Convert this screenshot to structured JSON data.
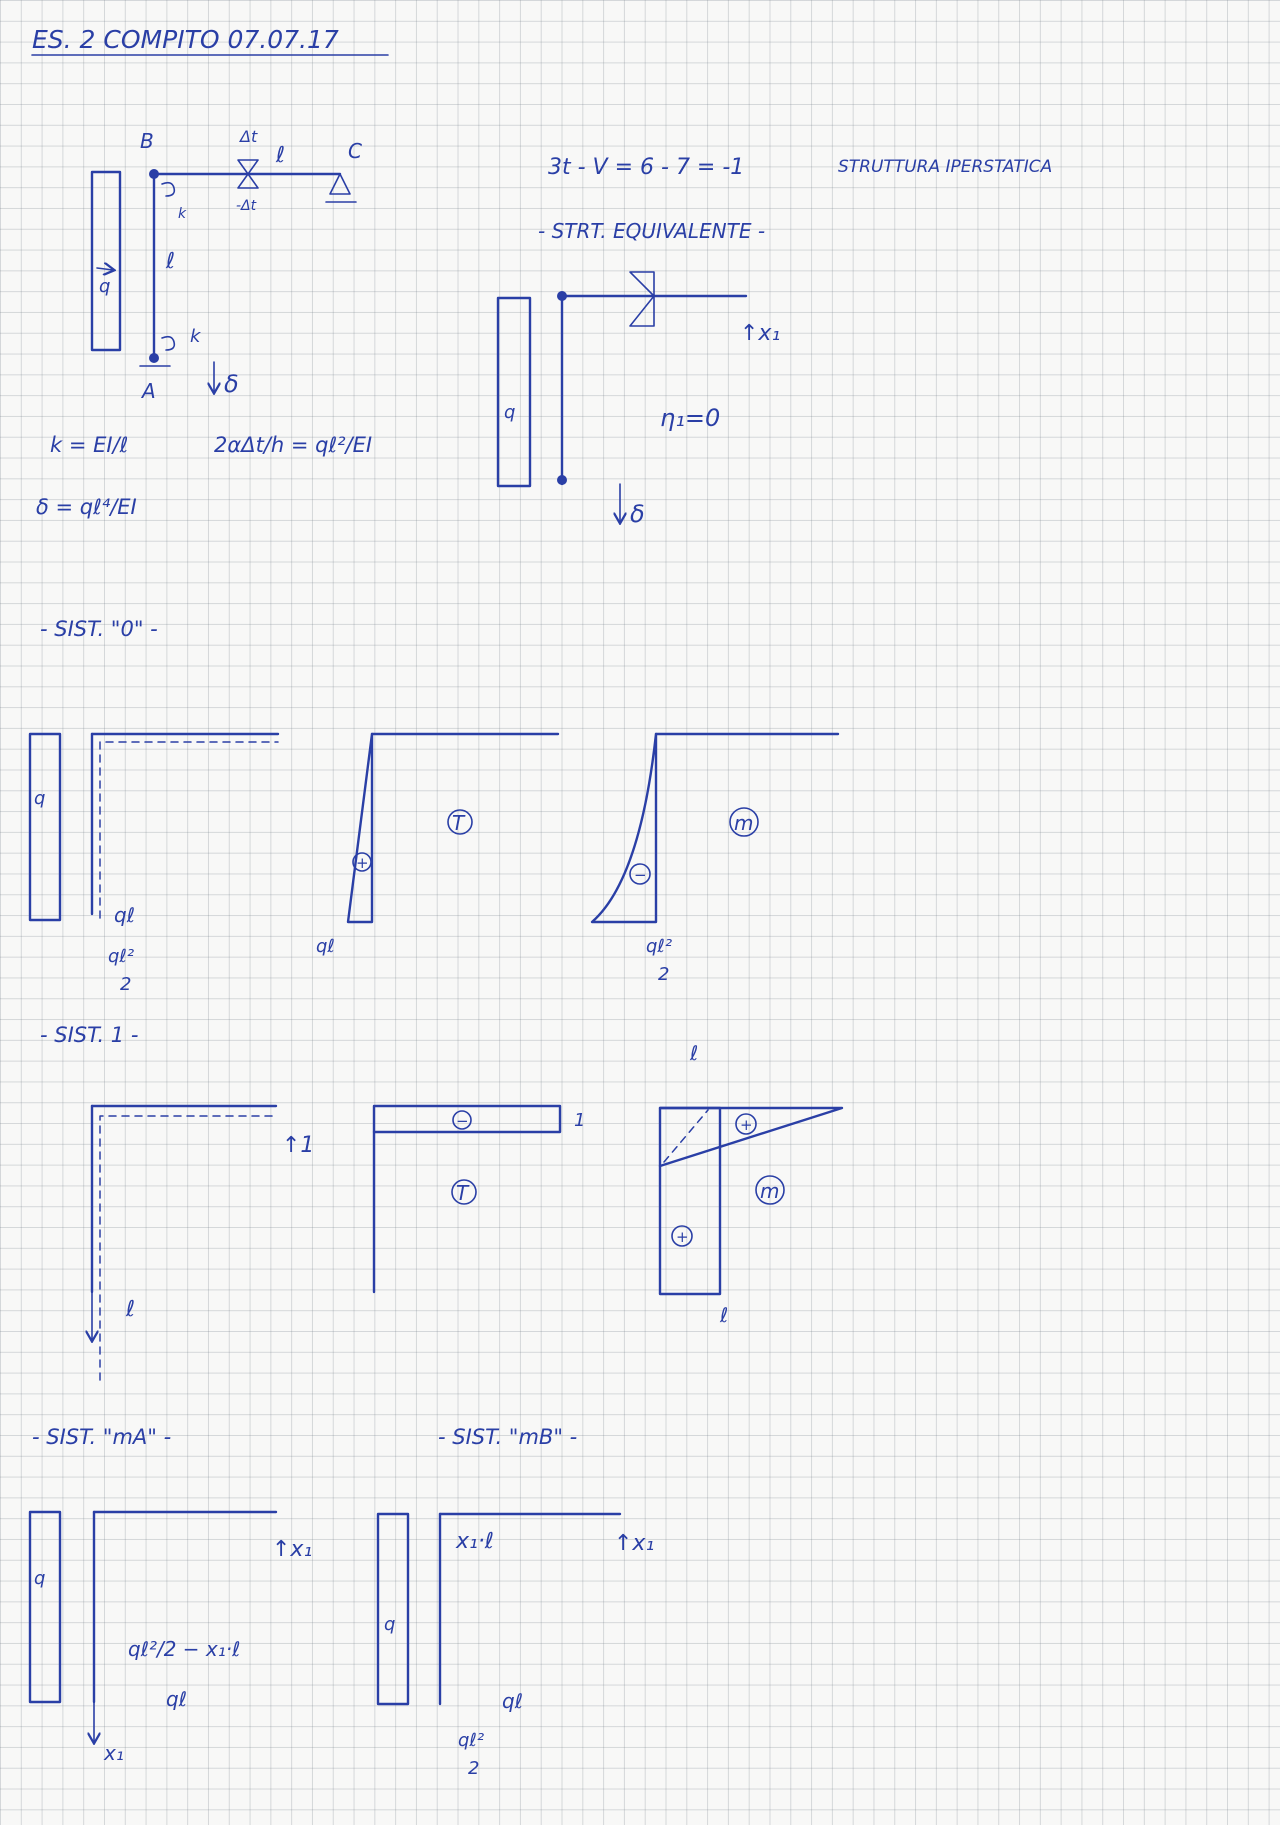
{
  "title": "ES. 2 COMPITO 07.07.17",
  "structure": {
    "node_a": "A",
    "node_b": "B",
    "node_c": "C",
    "delta_t_top": "Δt",
    "delta_t_bottom": "-Δt",
    "length_top": "ℓ",
    "length_column": "ℓ",
    "spring_top": "k",
    "spring_bottom": "k",
    "load": "q",
    "settlement": "δ"
  },
  "equations": {
    "hyperstatic": "3t - V = 6 - 7 = -1",
    "hyperstatic_label": "STRUTTURA IPERSTATICA",
    "k_def": "k = EI/ℓ",
    "thermal": "2αΔt/h = qℓ²/EI",
    "delta_def": "δ = qℓ⁴/EI"
  },
  "equivalent": {
    "heading": "- STRT. EQUIVALENTE -",
    "x1": "↑x₁",
    "eta": "η₁=0",
    "load": "q",
    "settlement": "δ"
  },
  "sist0": {
    "heading": "- SIST. \"0\" -",
    "load": "q",
    "reaction_force": "qℓ",
    "reaction_moment_num": "qℓ²",
    "reaction_moment_den": "2",
    "shear_label": "T",
    "shear_sign": "+",
    "shear_value": "qℓ",
    "moment_label": "m",
    "moment_sign": "−",
    "moment_value_num": "qℓ²",
    "moment_value_den": "2"
  },
  "sist1": {
    "heading": "- SIST. 1 -",
    "unit_force": "↑1",
    "reaction_moment": "ℓ",
    "shear_label": "T",
    "shear_sign": "−",
    "shear_value": "1",
    "moment_label": "m",
    "moment_sign_top": "+",
    "moment_sign_col": "+",
    "moment_value_top": "ℓ",
    "moment_value_bottom": "ℓ"
  },
  "sist_ma": {
    "heading": "- SIST. \"mA\" -",
    "load": "q",
    "x1": "↑x₁",
    "reaction_moment": "qℓ²/2 − x₁·ℓ",
    "reaction_force": "qℓ",
    "reaction_vertical": "x₁"
  },
  "sist_mb": {
    "heading": "- SIST. \"mB\" -",
    "load": "q",
    "x1": "↑x₁",
    "moment_b": "x₁·ℓ",
    "reaction_force": "qℓ",
    "reaction_moment_num": "qℓ²",
    "reaction_moment_den": "2"
  }
}
